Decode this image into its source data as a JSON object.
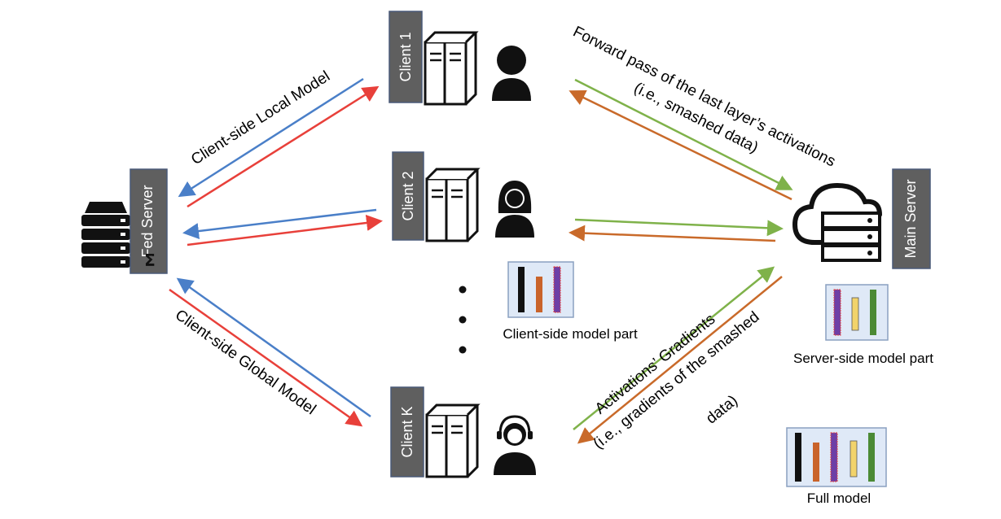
{
  "nodes": {
    "fed_server": "Fed Server",
    "sigma": "Σ",
    "client_1": "Client 1",
    "client_2": "Client 2",
    "client_k": "Client K",
    "main_server": "Main Server"
  },
  "edge_labels": {
    "local_model": "Client-side Local Model",
    "global_model": "Client-side Global Model",
    "forward_line1": "Forward pass of the last layer’s activations",
    "forward_line2": "(i.e., smashed data)",
    "gradients_line1": "Activations’ Gradients",
    "gradients_line2": "(i.e., gradients of the smashed",
    "gradients_line3": "data)"
  },
  "captions": {
    "client_part": "Client-side model part",
    "server_part": "Server-side model part",
    "full_model": "Full model"
  },
  "colors": {
    "upload_arrow": "#4a7fc8",
    "download_arrow": "#e8403a",
    "forward_arrow": "#7fb24a",
    "backward_arrow": "#c96a2a",
    "label_box": "#5f5f5f",
    "model_bg": "#dfe9f7",
    "layer_black": "#111111",
    "layer_orange": "#c9632a",
    "layer_purple": "#6d3fa6",
    "layer_yellow": "#f2d36b",
    "layer_green": "#4b8a35"
  },
  "icons": [
    "server-rack-icon",
    "books-icon",
    "user-icon",
    "cloud-server-icon",
    "model-layers-icon"
  ]
}
